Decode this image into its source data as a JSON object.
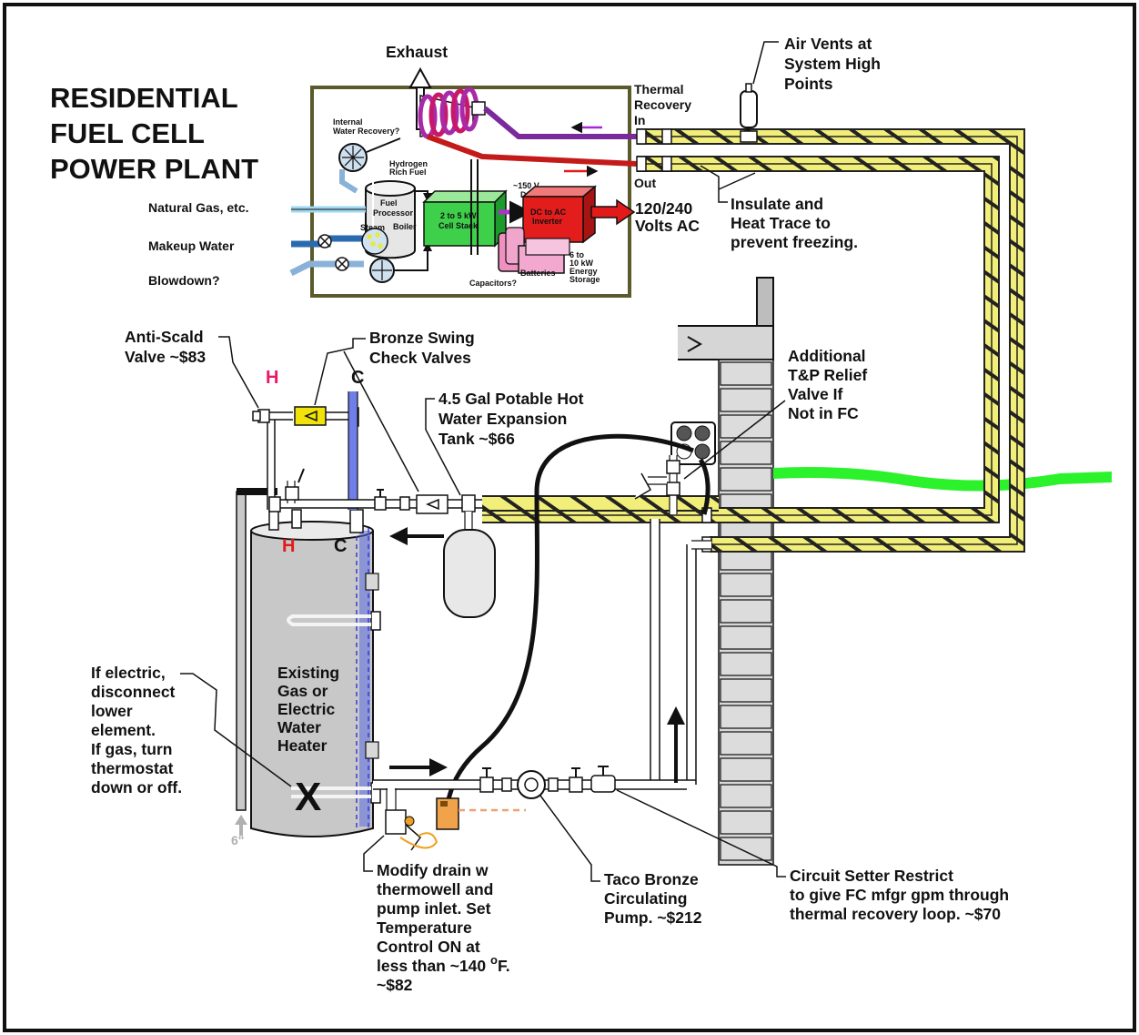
{
  "title": [
    "RESIDENTIAL",
    "FUEL CELL",
    "POWER PLANT"
  ],
  "plant": {
    "exhaust": "Exhaust",
    "internal_water_recovery": [
      "Internal",
      "Water Recovery?"
    ],
    "hydrogen_rich_fuel": [
      "Hydrogen",
      "Rich Fuel"
    ],
    "fuel_processor": [
      "Fuel",
      "Processor"
    ],
    "steam": "Steam",
    "boiler": "Boiler",
    "cell_stack": [
      "2 to 5 kW",
      "Cell Stack"
    ],
    "dc_voltage": [
      "~150 V",
      "DC"
    ],
    "inverter": [
      "DC to AC",
      "Inverter"
    ],
    "batteries": "Batteries",
    "capacitors": "Capacitors?",
    "energy_storage": [
      "6 to",
      "10 kW",
      "Energy",
      "Storage"
    ],
    "natural_gas": "Natural Gas, etc.",
    "makeup_water": "Makeup Water",
    "blowdown": "Blowdown?"
  },
  "thermal": {
    "recovery_in": [
      "Thermal",
      "Recovery",
      "In"
    ],
    "out": "Out",
    "ac_output": [
      "120/240",
      "Volts AC"
    ]
  },
  "callouts": {
    "air_vents": [
      "Air Vents at",
      "System High",
      "Points"
    ],
    "insulate": [
      "Insulate and",
      "Heat Trace to",
      "prevent freezing."
    ],
    "anti_scald": [
      "Anti-Scald",
      "Valve ~$83"
    ],
    "check_valves": [
      "Bronze Swing",
      "Check Valves"
    ],
    "expansion_tank": [
      "4.5 Gal Potable Hot",
      "Water Expansion",
      "Tank ~$66"
    ],
    "tp_relief": [
      "Additional",
      "T&P Relief",
      "Valve If",
      "Not in FC"
    ],
    "water_heater": [
      "Existing",
      "Gas or",
      "Electric",
      "Water",
      "Heater"
    ],
    "if_electric": [
      "If electric,",
      "disconnect",
      "lower",
      "element.",
      "If gas, turn",
      "thermostat",
      "down or off."
    ],
    "drain": [
      "Modify drain w",
      "thermowell and",
      "pump inlet.  Set",
      "Temperature",
      "Control ON at",
      "less than ~140 ",
      "~$82"
    ],
    "deg_o": "o",
    "deg_f": "F.",
    "pump": [
      "Taco Bronze",
      "Circulating",
      "Pump. ~$212"
    ],
    "circuit_setter": [
      "Circuit Setter  Restrict",
      "to give FC mfgr gpm through",
      "thermal recovery loop.     ~$70"
    ]
  },
  "markers": {
    "hot": "H",
    "cold": "C",
    "disconnect_x": "X",
    "floor_gap": "6\""
  }
}
